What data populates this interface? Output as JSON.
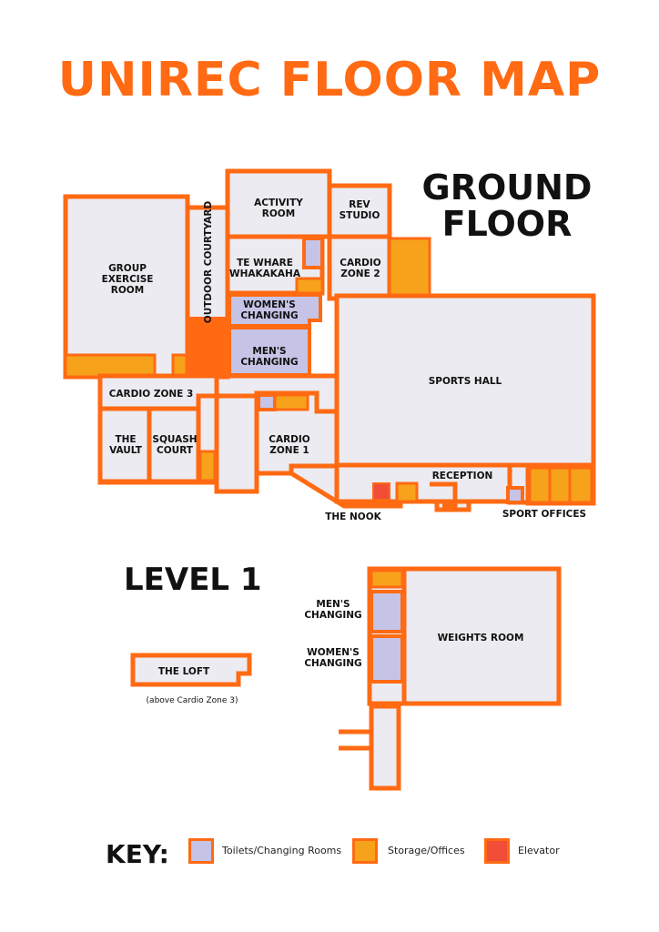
{
  "title": "UNIREC FLOOR MAP",
  "ground_floor": {
    "heading_line1": "GROUND",
    "heading_line2": "FLOOR",
    "rooms": {
      "group_exercise": [
        "GROUP",
        "EXERCISE",
        "ROOM"
      ],
      "outdoor_courtyard": "OUTDOOR COURTYARD",
      "activity_room": [
        "ACTIVITY",
        "ROOM"
      ],
      "rev_studio": [
        "REV",
        "STUDIO"
      ],
      "te_whare": [
        "TE WHARE",
        "WHAKAKAHA"
      ],
      "cardio_zone_2": [
        "CARDIO",
        "ZONE 2"
      ],
      "womens_changing": [
        "WOMEN'S",
        "CHANGING"
      ],
      "mens_changing": [
        "MEN'S",
        "CHANGING"
      ],
      "sports_hall": "SPORTS HALL",
      "cardio_zone_3": "CARDIO ZONE 3",
      "the_vault": [
        "THE",
        "VAULT"
      ],
      "squash_court": [
        "SQUASH",
        "COURT"
      ],
      "cardio_zone_1": [
        "CARDIO",
        "ZONE 1"
      ],
      "reception": "RECEPTION",
      "the_nook": "THE NOOK",
      "sport_offices": "SPORT OFFICES"
    }
  },
  "level_1": {
    "heading": "LEVEL 1",
    "rooms": {
      "mens_changing": [
        "MEN'S",
        "CHANGING"
      ],
      "womens_changing": [
        "WOMEN'S",
        "CHANGING"
      ],
      "weights_room": "WEIGHTS ROOM",
      "the_loft": "THE LOFT",
      "the_loft_note": "(above Cardio Zone 3)"
    }
  },
  "key": {
    "title": "KEY:",
    "items": [
      {
        "label": "Toilets/Changing Rooms",
        "color": "#c5c4e6"
      },
      {
        "label": "Storage/Offices",
        "color": "#f7a21b"
      },
      {
        "label": "Elevator",
        "color": "#f04e37"
      }
    ]
  },
  "colors": {
    "wall": "#ff6a13",
    "floor": "#ebebf1",
    "changing": "#c5c4e6",
    "storage": "#f7a21b",
    "elevator": "#f04e37"
  }
}
